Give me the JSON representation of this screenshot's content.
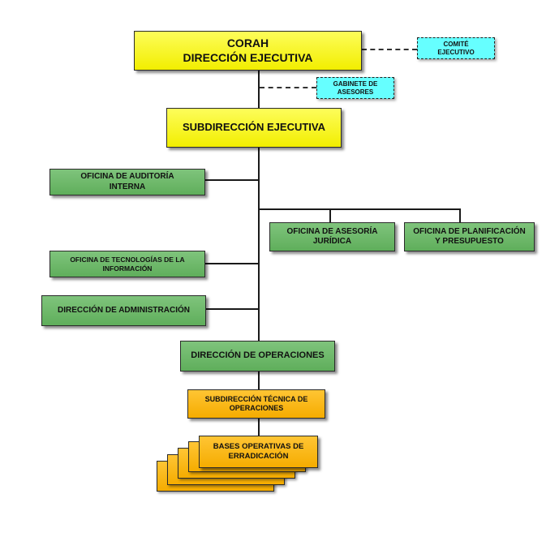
{
  "chart": {
    "corah": {
      "title": "CORAH\nDIRECCIÓN EJECUTIVA"
    },
    "comite": {
      "label": "COMITÉ\nEJECUTIVO"
    },
    "gabinete": {
      "label": "GABINETE DE\nASESORES"
    },
    "subdireccion_ejecutiva": {
      "label": "SUBDIRECCIÓN EJECUTIVA"
    },
    "auditoria": {
      "label": "OFICINA DE AUDITORÍA\nINTERNA"
    },
    "asesoria": {
      "label": "OFICINA DE ASESORÍA\nJURÍDICA"
    },
    "planificacion": {
      "label": "OFICINA DE PLANIFICACIÓN\nY PRESUPUESTO"
    },
    "tecnologias": {
      "label": "OFICINA DE TECNOLOGÍAS DE LA\nINFORMACIÓN"
    },
    "administracion": {
      "label": "DIRECCIÓN DE ADMINISTRACIÓN"
    },
    "operaciones": {
      "label": "DIRECCIÓN DE OPERACIONES"
    },
    "subdireccion_tecnica": {
      "label": "SUBDIRECCIÓN TÉCNICA DE\nOPERACIONES"
    },
    "bases": {
      "label": "BASES OPERATIVAS DE\nERRADICACIÓN"
    }
  },
  "colors": {
    "yellow": "#f2ee00",
    "green": "#5fae5b",
    "orange": "#f5ac00",
    "cyan": "#66ffff"
  }
}
